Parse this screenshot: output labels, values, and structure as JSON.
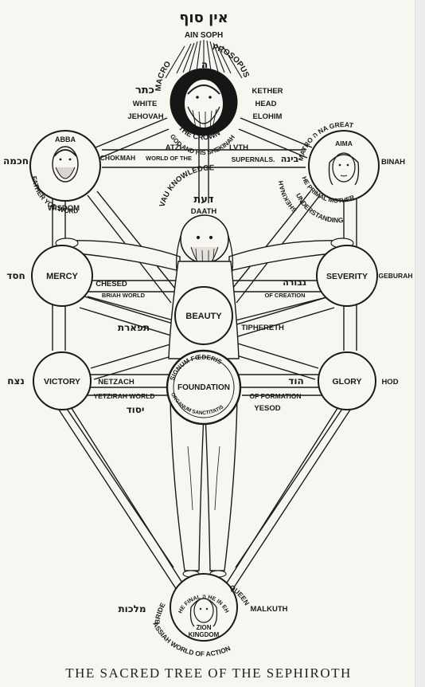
{
  "caption": "THE SACRED TREE OF THE SEPHIROTH",
  "top": {
    "hebrew_ain_soph": "אין סוף",
    "ain_soph": "AIN SOPH",
    "macro": "MACRO",
    "he": "ה",
    "prosopus": "PROSOPUS",
    "kether_heb": "כתר",
    "white": "WHITE",
    "jehovah": "JEHOVAH",
    "kether": "KETHER",
    "head": "HEAD",
    "elohim": "ELOHIM",
    "the_crown": "THE CROWN",
    "god_and_his_shekinah": "GOD AND HIS SHEKINAH",
    "atzi": "ATZI",
    "luth": "LVTH"
  },
  "left_upper": {
    "abba": "ABBA",
    "chokmah_heb": "חכמה",
    "father_yod_word": "FATHER YOD WORD",
    "wisdom": "WISDOM",
    "chokmah": "CHOKMAH",
    "world_of_the": "WORLD OF THE"
  },
  "right_upper": {
    "matronagreat": "MATRO ה NA GREAT",
    "aima": "AIMA",
    "binah": "BINAH",
    "binah_heb": "בינה",
    "shekinah": "SHEKINAH",
    "the_primal_mother": "HE PRIMAL MOTHER",
    "understanding": "UNDERSTANDING",
    "supernals": "SUPERNALS."
  },
  "daath": {
    "vau_knowledge": "VAU KNOWLEDGE",
    "daath_heb": "דעת",
    "daath": "DAATH"
  },
  "mercy": {
    "label": "MERCY",
    "heb": "חסד",
    "chesed": "CHESED",
    "briah_world": "BRIAH WORLD"
  },
  "severity": {
    "label": "SEVERITY",
    "geburah": "GEBURAH",
    "heb": "גבורה",
    "of_creation": "OF CREATION"
  },
  "beauty": {
    "label": "BEAUTY",
    "heb": "תפארת",
    "tiphereth": "TIPHERETH"
  },
  "victory": {
    "label": "VICTORY",
    "heb": "נצח",
    "netzach": "NETZACH",
    "yetzirah_world": "YETZIRAH WORLD"
  },
  "glory": {
    "label": "GLORY",
    "hod": "HOD",
    "heb": "הוד",
    "of_formation": "OF FORMATION"
  },
  "foundation": {
    "label": "FOUNDATION",
    "signum": "SIGNUM FŒDERIS",
    "organum": "ORGANUM SANCTITATIS",
    "yesod": "YESOD",
    "heb": "יסוד"
  },
  "malkuth": {
    "bride": "BRIDE",
    "queen": "QUEEN",
    "the_final_he": "HE FINAL ה HE IN EHIE",
    "zion": "ZION",
    "kingdom": "KINGDOM",
    "heb": "מלכות",
    "malkuth": "MALKUTH",
    "assiah": "ASSIAH WORLD OF ACTION"
  }
}
